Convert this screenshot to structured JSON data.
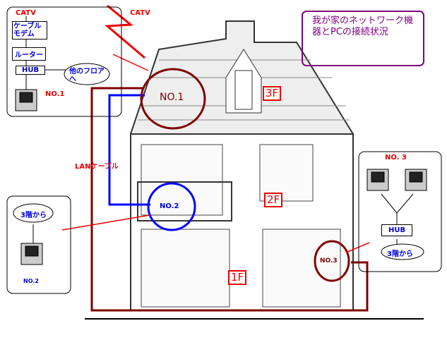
{
  "title": "我が家のネットワーク機器とPCの接続状況",
  "catv_label": "CATV",
  "no1": {
    "catv": "CATV",
    "modem": "ケーブルモデム",
    "router": "ルーター",
    "hub": "HUB",
    "other_floor": "他のフロアへ",
    "label": "NO.1"
  },
  "circles": {
    "no1": "NO.1",
    "no2": "NO.2",
    "no3": "NO.3"
  },
  "lan_cable": "LANケーブル",
  "floors": {
    "f3": "3F",
    "f2": "2F",
    "f1": "1F"
  },
  "no2": {
    "from": "3階から",
    "label": "NO.2"
  },
  "no3": {
    "label": "NO. 3",
    "hub": "HUB",
    "from": "3階から"
  },
  "colors": {
    "title": "#800080",
    "lan": "#0000ff",
    "trunk": "#800000",
    "accent": "#ee0000"
  }
}
